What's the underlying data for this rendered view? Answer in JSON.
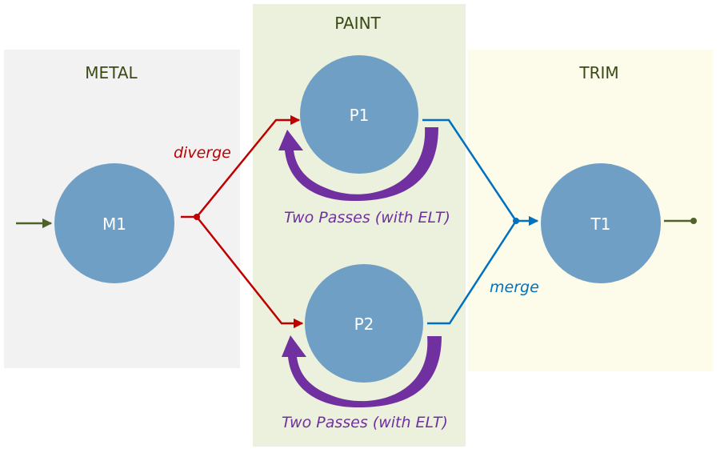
{
  "zones": {
    "metal": "METAL",
    "paint": "PAINT",
    "trim": "TRIM"
  },
  "nodes": {
    "m1": "M1",
    "p1": "P1",
    "p2": "P2",
    "t1": "T1"
  },
  "labels": {
    "diverge": "diverge",
    "merge": "merge",
    "passes_top": "Two Passes (with ELT)",
    "passes_bottom": "Two Passes (with ELT)"
  },
  "colors": {
    "metal_zone": "#f2f2f2",
    "paint_zone": "#ebf1dc",
    "trim_zone": "#fdfbea",
    "node_fill": "#6f9fc4",
    "diverge": "#c00000",
    "merge": "#0070c0",
    "loop": "#7030a0",
    "io_arrow": "#4f6228"
  }
}
